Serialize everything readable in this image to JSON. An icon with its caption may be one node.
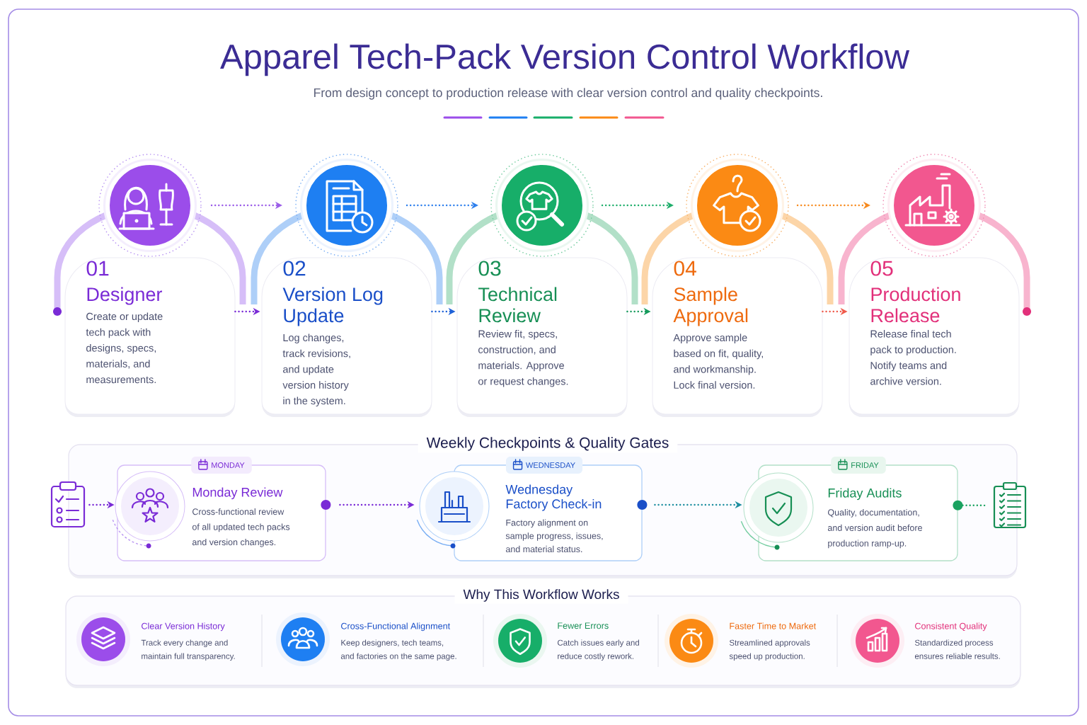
{
  "diagram": {
    "title": "Apparel Tech-Pack Version Control Workflow",
    "nodes": [
      {
        "text": [],
        "shape": "circle"
      },
      {
        "text": [],
        "shape": "circle"
      },
      {
        "text": [],
        "shape": "circle"
      },
      {
        "text": [],
        "shape": "circle"
      },
      {
        "text": [],
        "shape": "circle"
      },
      {
        "text": [
          "01",
          "Designer",
          "Create or update tech pack with designs, specs, materials, and measurements."
        ]
      },
      {
        "text": [
          "02",
          "Version Log Update",
          "Log changes, track revisions, and update version history in the system."
        ]
      },
      {
        "text": [
          "03",
          "Technical Review",
          "Review fit, specs, construction, and materials. Approve or request changes."
        ]
      },
      {
        "text": [
          "04",
          "Sample Approval",
          "Approve sample based on fit, quality, and workmanship. Lock final version."
        ]
      },
      {
        "text": [
          "05",
          "Production Release",
          "Release final tech pack to production. Notify teams and archive version."
        ]
      },
      {
        "text": [
          "Weekly Checkpoints & Quality Gates"
        ]
      },
      {
        "text": [],
        "shape": "picture"
      },
      {
        "text": [
          "MONDAY",
          "Monday Review",
          "Cross-functional review of all updated tech packs and version changes."
        ],
        "in": 10
      },
      {
        "text": [
          "WEDNESDAY",
          "Wednesday Factory Check-in",
          "Factory alignment on sample progress, issues, and material status."
        ],
        "in": 10
      },
      {
        "text": [
          "FRIDAY",
          "Friday Audits",
          "Quality, documentation, and version audit before production ramp-up."
        ],
        "in": 10
      },
      {
        "text": [],
        "shape": "picture"
      },
      {
        "text": [
          "Why This Workflow Works"
        ]
      },
      {
        "text": [],
        "shape": "circle",
        "in": 16,
        "beside": [
          "Clear Version History",
          "Track every change and maintain full transparency."
        ]
      },
      {
        "text": [],
        "shape": "circle",
        "in": 16,
        "beside": [
          "Cross-Functional Alignment",
          "Keep designers, tech teams, and factories on the same page."
        ]
      },
      {
        "text": [],
        "shape": "circle",
        "in": 16,
        "beside": [
          "Fewer Errors",
          "Catch issues early and reduce costly rework."
        ]
      },
      {
        "text": [],
        "shape": "circle",
        "in": 16,
        "beside": [
          "Faster Time to Market",
          "Streamlined approvals speed up production."
        ]
      },
      {
        "text": [],
        "shape": "circle",
        "in": 16,
        "beside": [
          "Consistent Quality",
          "Standardized process ensures reliable results."
        ]
      }
    ],
    "edges": [
      {
        "from": 0,
        "to": 1,
        "arrow": "to",
        "color": "#9b5de8"
      },
      {
        "from": 1,
        "to": 2,
        "arrow": "to",
        "color": "#2f80ed"
      },
      {
        "from": 2,
        "to": 3,
        "arrow": "to",
        "color": "#1fae6b"
      },
      {
        "from": 3,
        "to": 4,
        "arrow": "to",
        "color": "#f78b1f"
      },
      {
        "from": 5,
        "to": 6,
        "arrow": "to",
        "color": "#7a2bd6"
      },
      {
        "from": 6,
        "to": 7,
        "arrow": "to",
        "color": "#1f62d8"
      },
      {
        "from": 7,
        "to": 8,
        "arrow": "to",
        "color": "#169a5c"
      },
      {
        "from": 8,
        "to": 9,
        "arrow": "to",
        "color": "#ef5b4c"
      },
      {
        "from": 11,
        "to": 12,
        "arrow": "to",
        "color": "#7a2bd6"
      },
      {
        "from": 12,
        "to": 13,
        "arrow": "to",
        "color": "#7a2bd6"
      },
      {
        "from": 13,
        "to": 14,
        "arrow": "to",
        "color": "#1f8fa0"
      },
      {
        "from": 14,
        "to": 15,
        "arrow": "other",
        "color": "#1aa260"
      }
    ],
    "labels": [
      "From design concept to production release with clear version control and quality checkpoints."
    ]
  }
}
